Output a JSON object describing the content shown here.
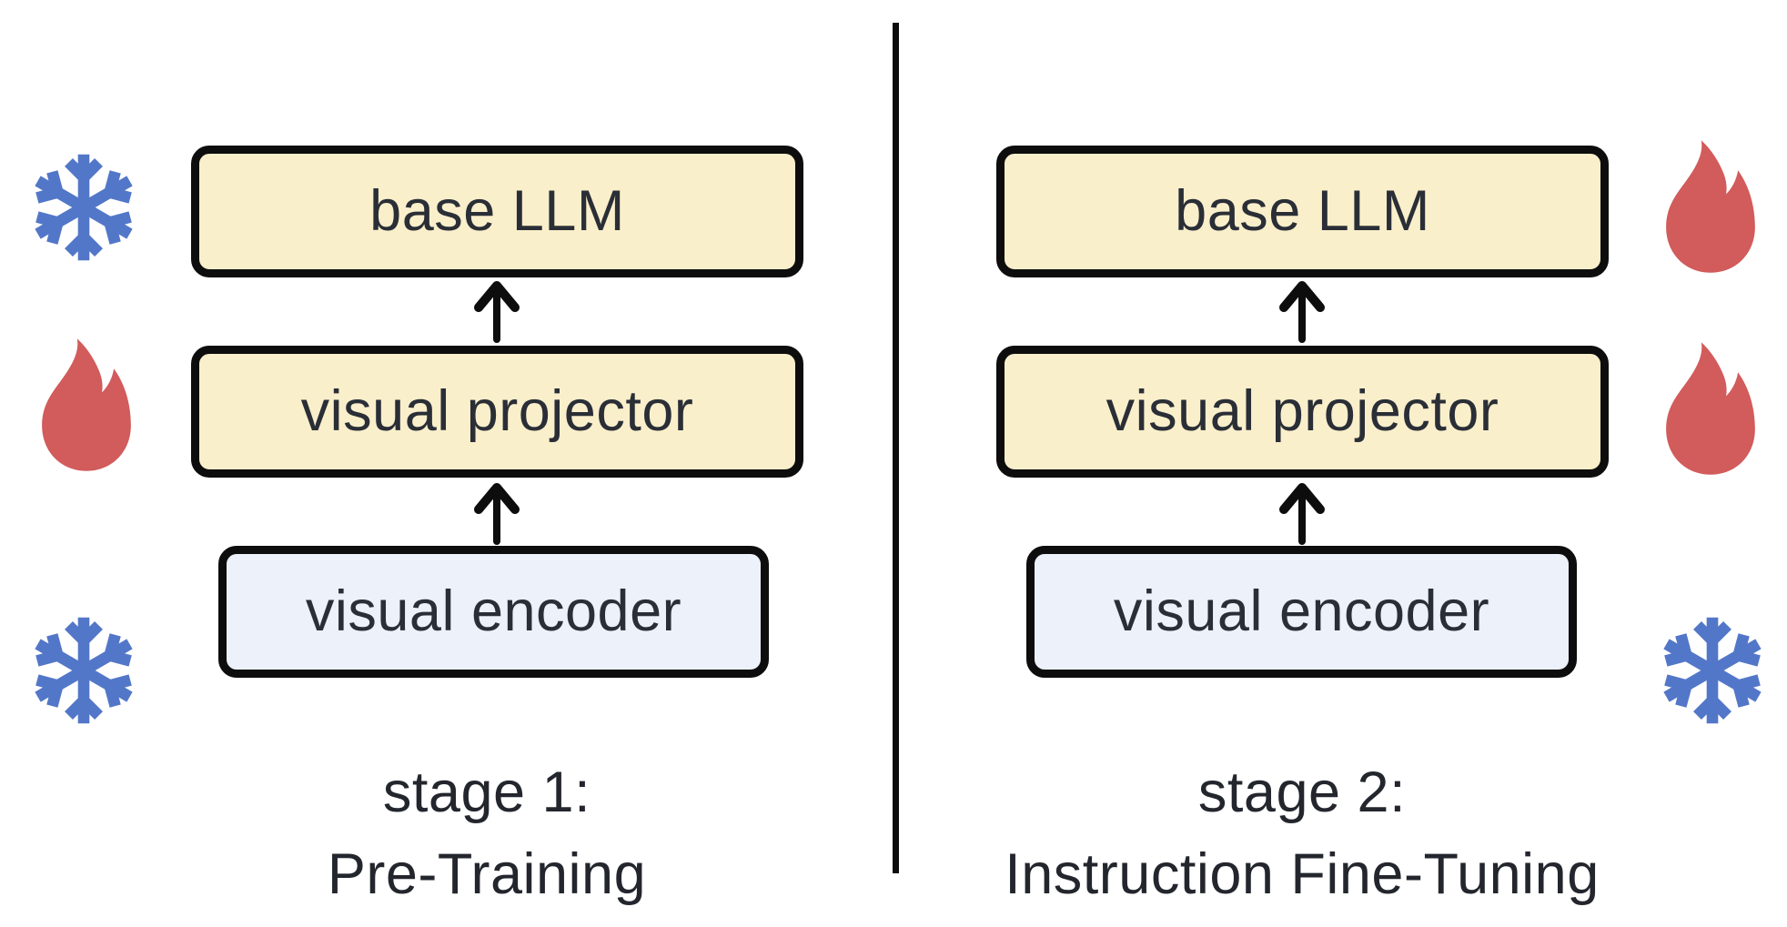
{
  "colors": {
    "box_yellow": "#faefcb",
    "box_blue": "#ecf1fa",
    "border_black": "#0d0d0d",
    "line_black": "#0d0d0d",
    "label_text": "#2a2e36",
    "caption_text": "#23262d",
    "frozen_blue": "#5377c8",
    "fire_red": "#d25b5b"
  },
  "stages": [
    {
      "id": "stage-1",
      "caption": {
        "line1": "stage 1:",
        "line2": "Pre-Training"
      },
      "rows": [
        {
          "label": "base LLM",
          "icon": "snowflake-icon",
          "state": "frozen"
        },
        {
          "label": "visual projector",
          "icon": "fire-icon",
          "state": "trainable"
        },
        {
          "label": "visual encoder",
          "icon": "snowflake-icon",
          "state": "frozen"
        }
      ]
    },
    {
      "id": "stage-2",
      "caption": {
        "line1": "stage 2:",
        "line2": "Instruction Fine-Tuning"
      },
      "rows": [
        {
          "label": "base LLM",
          "icon": "fire-icon",
          "state": "trainable"
        },
        {
          "label": "visual projector",
          "icon": "fire-icon",
          "state": "trainable"
        },
        {
          "label": "visual encoder",
          "icon": "snowflake-icon",
          "state": "frozen"
        }
      ]
    }
  ]
}
